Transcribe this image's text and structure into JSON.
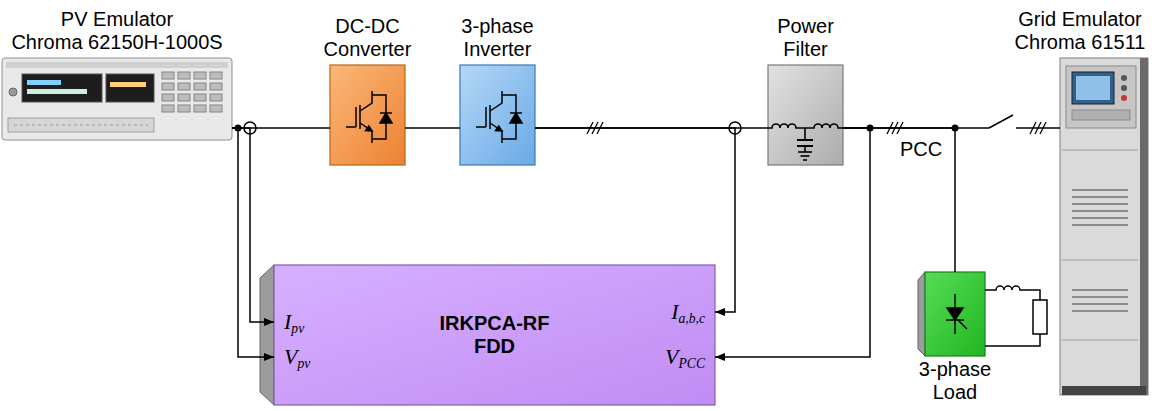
{
  "diagram": {
    "nodes": [
      {
        "text": [
          "PV Emulator",
          "Chroma 62150H-1000S"
        ]
      },
      {
        "text": [
          "DC-DC Converter"
        ]
      },
      {
        "text": [
          "3-phase Inverter"
        ]
      },
      {
        "text": [
          "Power Filter"
        ]
      },
      {
        "text": [
          "Grid Emulator",
          "Chroma 61511"
        ]
      },
      {
        "text": [
          "IRKPCA-RF FDD"
        ]
      },
      {
        "text": [
          "3-phase Load"
        ]
      }
    ],
    "edges": [
      {
        "from": 0,
        "to": 1,
        "arrow": "none"
      },
      {
        "from": 1,
        "to": 2,
        "arrow": "none"
      },
      {
        "from": 2,
        "to": 3,
        "arrow": "none"
      },
      {
        "from": 3,
        "to": 4,
        "arrow": "none"
      },
      {
        "from": 3,
        "to": 6,
        "arrow": "none"
      },
      {
        "from": 0,
        "to": 5,
        "label": "Ipv",
        "arrow": "to"
      },
      {
        "from": 0,
        "to": 5,
        "label": "Vpv",
        "arrow": "to"
      },
      {
        "from": 2,
        "to": 5,
        "label": "Ia,b,c",
        "arrow": "to"
      },
      {
        "from": 3,
        "to": 5,
        "label": "VPCC",
        "arrow": "to"
      }
    ],
    "labels": [
      "PCC"
    ]
  }
}
